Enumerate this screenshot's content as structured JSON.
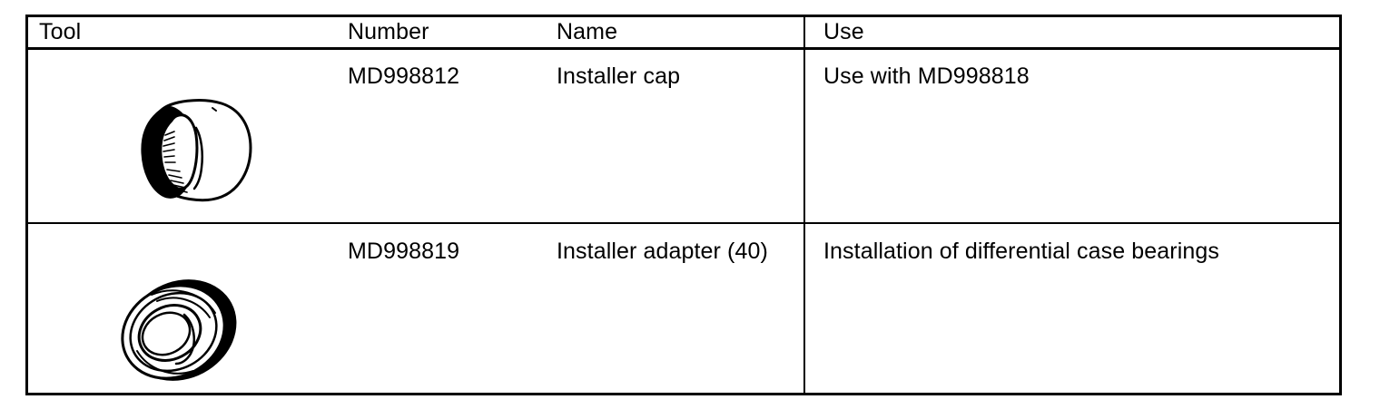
{
  "table": {
    "headers": {
      "tool": "Tool",
      "number": "Number",
      "name": "Name",
      "use": "Use"
    },
    "rows": [
      {
        "number": "MD998812",
        "name": "Installer cap",
        "use": "Use with MD998818",
        "tool_icon": "installer-cap-illustration"
      },
      {
        "number": "MD998819",
        "name": "Installer adapter (40)",
        "use": "Installation of differential case bearings",
        "tool_icon": "installer-adapter-ring-illustration"
      }
    ]
  },
  "colors": {
    "ink": "#000000",
    "paper": "#ffffff"
  }
}
